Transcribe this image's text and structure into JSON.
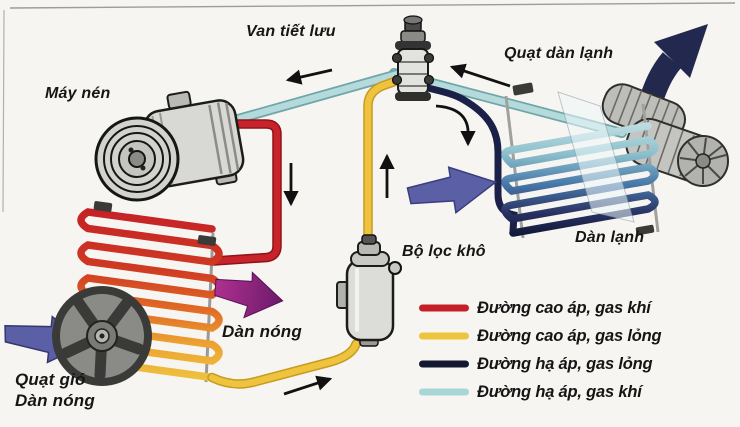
{
  "diagram": {
    "component_labels": {
      "expansion_valve": "Van tiết lưu",
      "compressor": "Máy nén",
      "evaporator_fan": "Quạt dàn lạnh",
      "evaporator": "Dàn lạnh",
      "receiver_drier": "Bộ lọc khô",
      "condenser": "Dàn nóng",
      "condenser_fan_line1": "Quạt gió",
      "condenser_fan_line2": "Dàn nóng"
    },
    "legend": {
      "items": [
        {
          "label": "Đường cao áp, gas khí",
          "color": "#c41f27"
        },
        {
          "label": "Đường cao áp, gas lỏng",
          "color": "#efc33b"
        },
        {
          "label": "Đường hạ áp, gas lỏng",
          "color": "#141830"
        },
        {
          "label": "Đường hạ áp, gas khí",
          "color": "#a7d6d6"
        }
      ]
    },
    "colors": {
      "high_pressure_gas": "#c8222a",
      "high_pressure_liquid": "#eec43e",
      "low_pressure_liquid": "#1a2048",
      "low_pressure_gas": "#b5dadc",
      "air_in_arrow": "#5b60a6",
      "hot_air_arrow": "#8c2878",
      "cold_air_arrow": "#23284e",
      "background": "#f6f5f2"
    }
  }
}
